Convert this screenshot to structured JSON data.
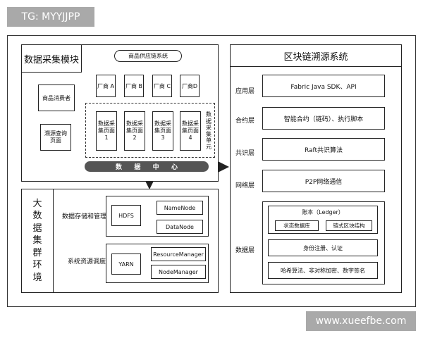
{
  "watermark_top": "TG: MYYJJPP",
  "watermark_bottom": "www.xueefbe.com",
  "left_top": {
    "title": "数据采集模块",
    "supply_chain": "商品供应链系统",
    "vendors": [
      "厂商 A",
      "厂商 B",
      "厂商 C",
      "厂商D"
    ],
    "collect_pages": [
      [
        "数据采",
        "集页面",
        "1"
      ],
      [
        "数据采",
        "集页面",
        "2"
      ],
      [
        "数据采",
        "集页面",
        "3"
      ],
      [
        "数据采",
        "集页面",
        "4"
      ]
    ],
    "collect_unit": [
      "数",
      "据",
      "采",
      "集",
      "单",
      "元"
    ],
    "consumer": "商品消费者",
    "trace_page": [
      "溯源查询",
      "页面"
    ],
    "data_center": [
      "数",
      "据",
      "中",
      "心"
    ]
  },
  "left_bottom": {
    "title": [
      "大",
      "数",
      "据",
      "集",
      "群",
      "环",
      "境"
    ],
    "storage_label": "数据存储和管理",
    "hdfs": "HDFS",
    "namenode": "NameNode",
    "datanode": "DataNode",
    "resource_label": "系统资源调度",
    "yarn": "YARN",
    "resourcemanager": "ResourceManager",
    "nodemanager": "NodeManager"
  },
  "right": {
    "title": "区块链溯源系统",
    "layers": [
      {
        "label": "应用层",
        "content": "Fabric Java SDK、API"
      },
      {
        "label": "合约层",
        "content": "智能合约（链码）、执行脚本"
      },
      {
        "label": "共识层",
        "content": "Raft共识算法"
      },
      {
        "label": "网络层",
        "content": "P2P网络通信"
      }
    ],
    "data_layer": {
      "label": "数据层",
      "ledger": "账本（Ledger）",
      "state_db": "状态数据库",
      "chain_struct": "链式区块结构",
      "identity": "身份注册、认证",
      "crypto": "哈希算法、非对称加密、数字签名"
    }
  }
}
